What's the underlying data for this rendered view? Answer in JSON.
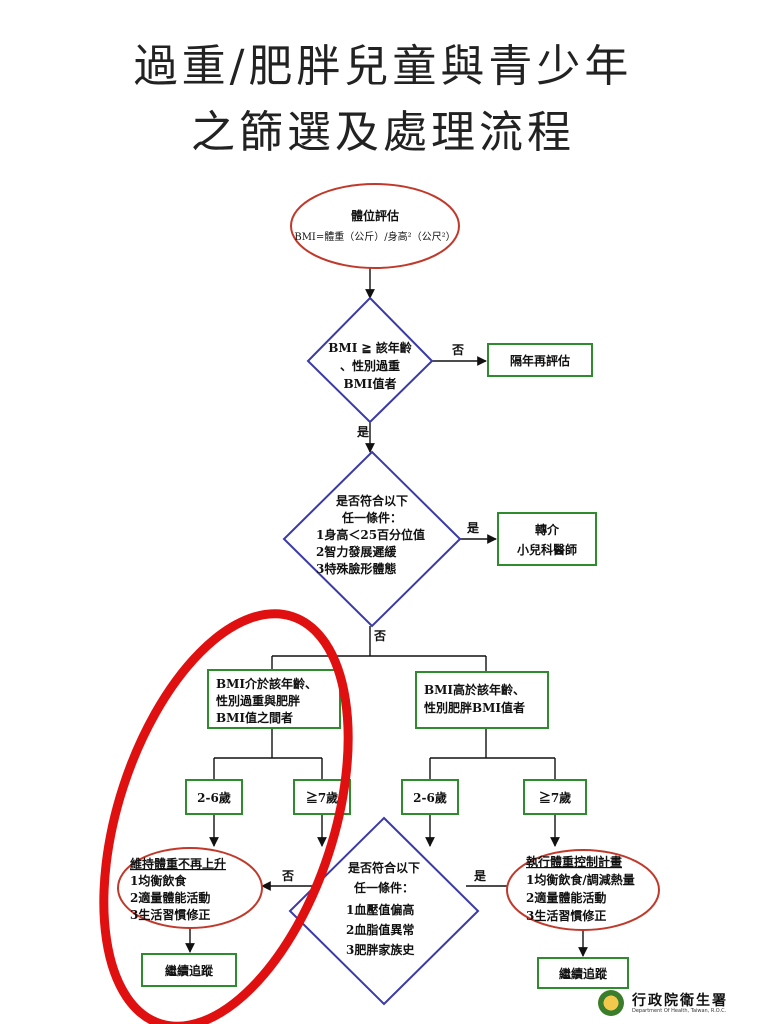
{
  "title": {
    "line1": "過重/肥胖兒童與青少年",
    "line2": "之篩選及處理流程"
  },
  "nodes": {
    "assessment": {
      "title": "體位評估",
      "formula": "BMI=體重（公斤）/身高²（公尺²）"
    },
    "d1": {
      "lines": [
        "BMI ≧ 該年齡",
        "、性別過重",
        "BMI值者"
      ]
    },
    "reassess": {
      "label": "隔年再評估"
    },
    "d2": {
      "lines": [
        "是否符合以下",
        "任一條件：",
        "1身高＜25百分位值",
        "2智力發展遲緩",
        "3特殊臉形體態"
      ]
    },
    "referral": {
      "lines": [
        "轉介",
        "小兒科醫師"
      ]
    },
    "bmi_mid": {
      "lines": [
        "BMI介於該年齡、",
        "性別過重與肥胖",
        "BMI值之間者"
      ]
    },
    "bmi_high": {
      "lines": [
        "BMI高於該年齡、",
        "性別肥胖BMI值者"
      ]
    },
    "age_mid_2_6": {
      "label": "2-6歲"
    },
    "age_mid_7": {
      "label": "≧7歲"
    },
    "age_high_2_6": {
      "label": "2-6歲"
    },
    "age_high_7": {
      "label": "≧7歲"
    },
    "maintain": {
      "lines": [
        "維持體重不再上升",
        "1均衡飲食",
        "2適量體能活動",
        "3生活習慣修正"
      ]
    },
    "control": {
      "lines": [
        "執行體重控制計畫",
        "1均衡飲食/調減熱量",
        "2適量體能活動",
        "3生活習慣修正"
      ]
    },
    "d3": {
      "lines": [
        "是否符合以下",
        "任一條件：",
        "1血壓值偏高",
        "2血脂值異常",
        "3肥胖家族史"
      ]
    },
    "follow_left": {
      "label": "繼續追蹤"
    },
    "follow_right": {
      "label": "繼續追蹤"
    }
  },
  "edges": {
    "d1_no": "否",
    "d1_yes": "是",
    "d2_yes": "是",
    "d2_no": "否",
    "d3_no": "否",
    "d3_yes": "是"
  },
  "footer": {
    "org_name": "行政院衛生署",
    "org_sub": "Department Of Health, Taiwan, R.O.C."
  },
  "colors": {
    "oval": "#c0392b",
    "diamond": "#3a3aa8",
    "box": "#2e8b2e",
    "highlight": "#e01010"
  }
}
